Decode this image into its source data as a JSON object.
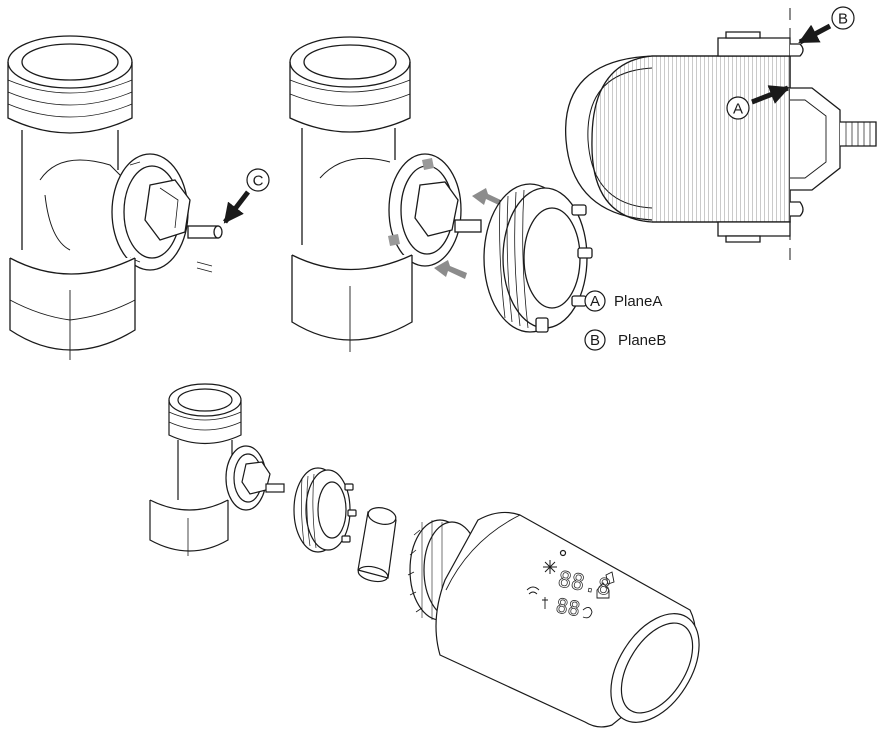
{
  "callouts": {
    "a": "A",
    "b": "B",
    "c": "C"
  },
  "legend": [
    {
      "letter": "A",
      "label": "PlaneA"
    },
    {
      "letter": "B",
      "label": "PlaneB"
    }
  ],
  "display": {
    "digits_top": "88.8",
    "digits_bottom": "88"
  },
  "colors": {
    "line": "#1a1a1a",
    "arrow_gray": "#8c8c8c",
    "marker_gray": "#9a9a9a",
    "hatch": "#555555"
  }
}
